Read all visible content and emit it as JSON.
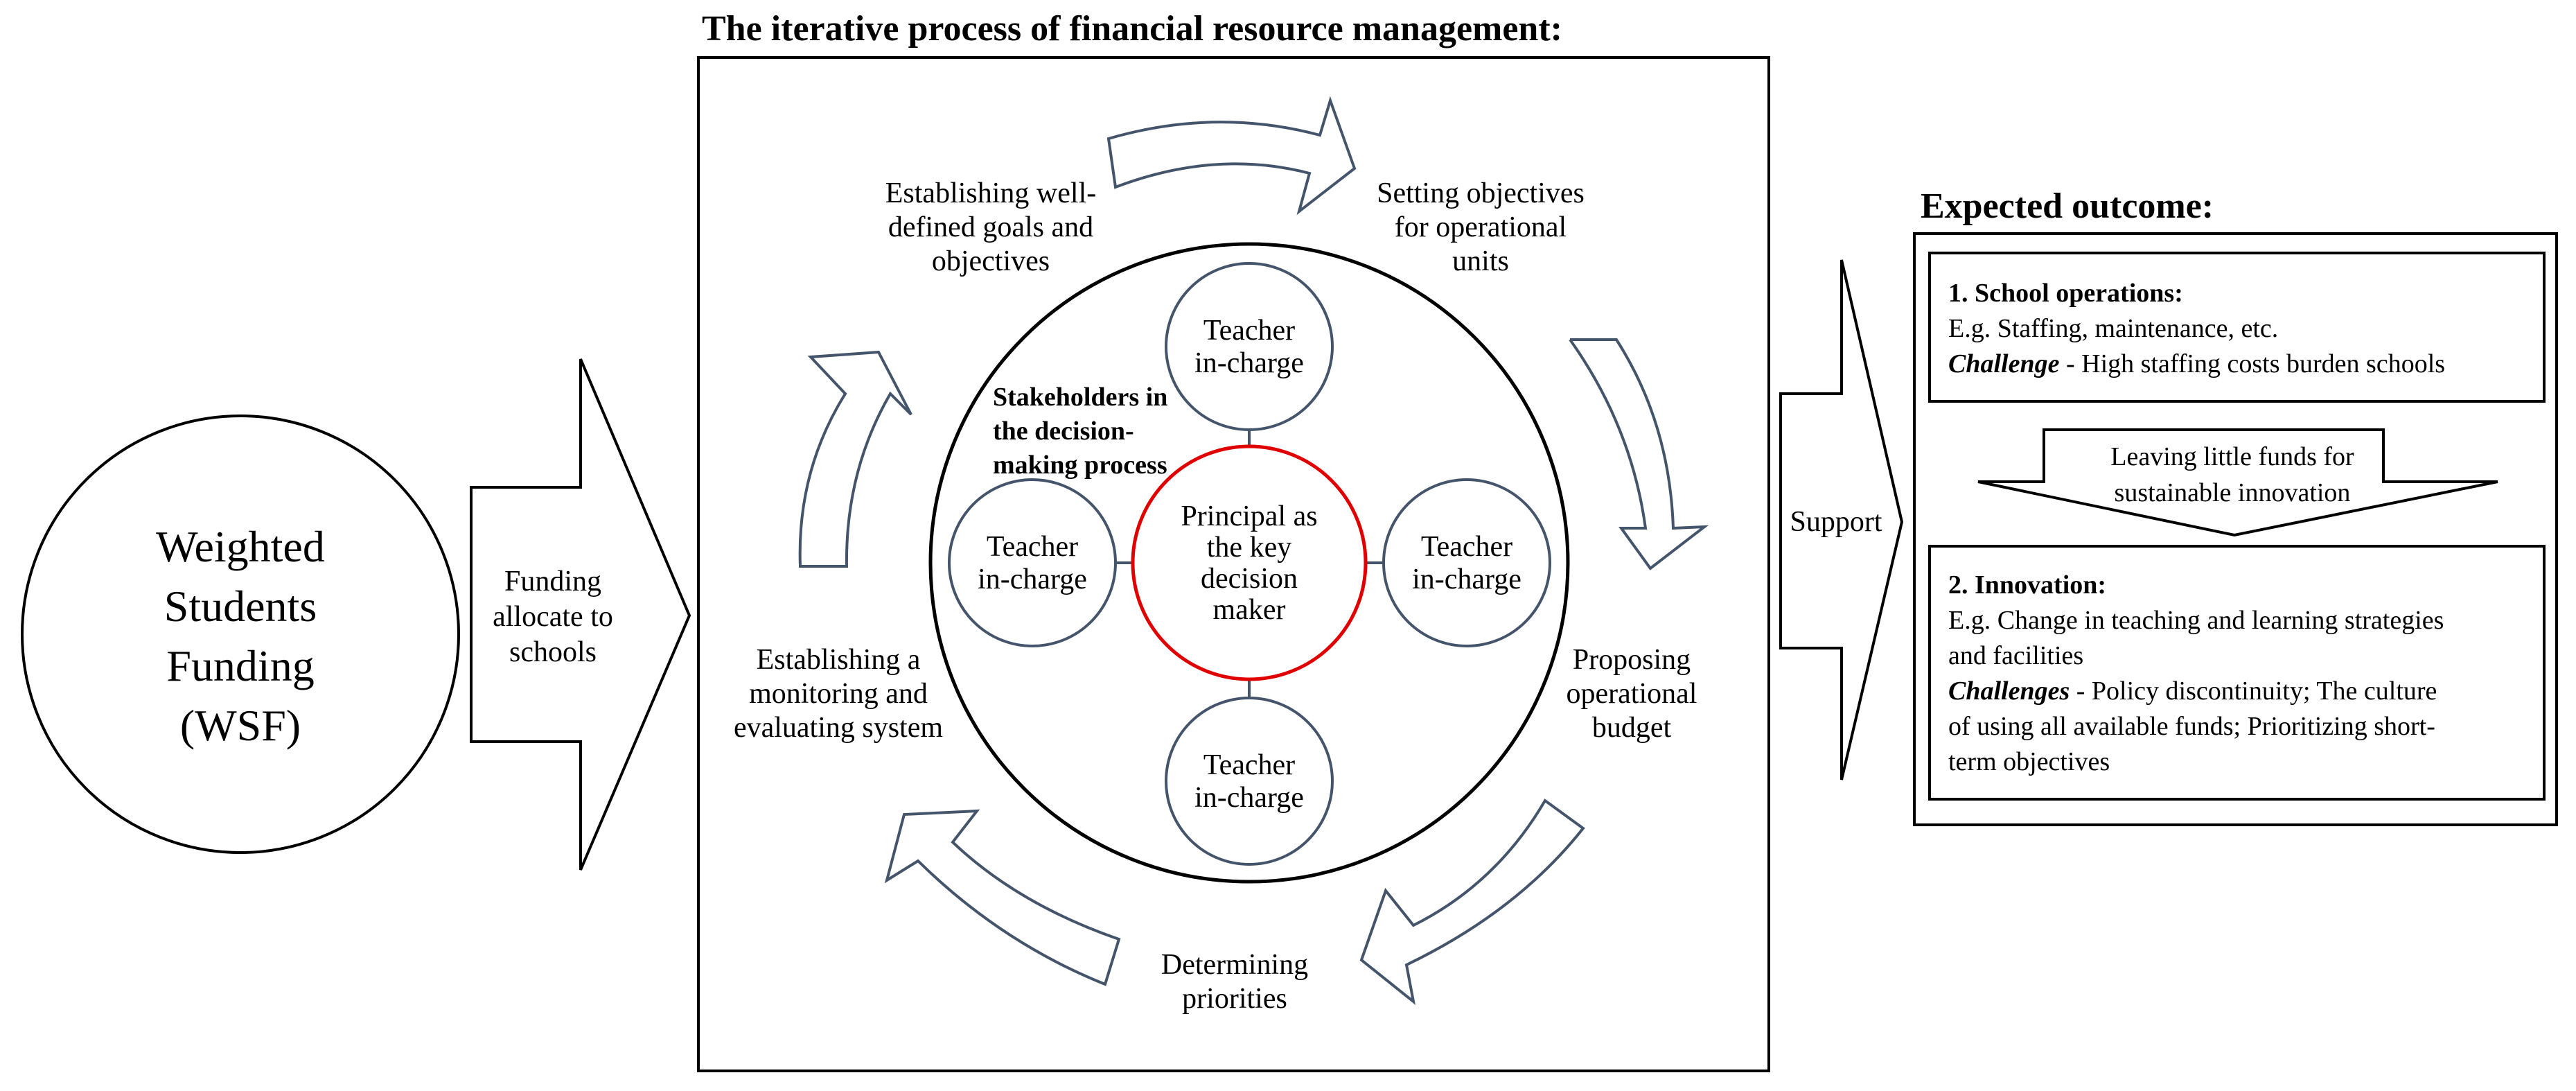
{
  "colors": {
    "arrow_stroke": "#44546A",
    "circle_stroke": "#44546A",
    "principal_stroke": "#E00000",
    "line": "#000000"
  },
  "main_title": "The iterative process of financial resource management:",
  "wsf": {
    "lines": [
      "Weighted",
      "Students",
      "Funding",
      "(WSF)"
    ]
  },
  "funding_arrow": {
    "lines": [
      "Funding",
      "allocate to",
      "schools"
    ]
  },
  "cycle": {
    "step1": [
      "Establishing well-",
      "defined goals and",
      "objectives"
    ],
    "step2": [
      "Setting objectives",
      "for operational",
      "units"
    ],
    "step3": [
      "Proposing",
      "operational",
      "budget"
    ],
    "step4": [
      "Determining",
      "priorities"
    ],
    "step5": [
      "Establishing a",
      "monitoring and",
      "evaluating system"
    ]
  },
  "stakeholders": {
    "label": [
      "Stakeholders in",
      "the decision-",
      "making process"
    ],
    "principal": [
      "Principal as",
      "the key",
      "decision",
      "maker"
    ],
    "teacher": [
      "Teacher",
      "in-charge"
    ]
  },
  "support_arrow": {
    "label": "Support"
  },
  "outcome": {
    "title": "Expected outcome:",
    "ops": {
      "heading": "1. School operations:",
      "example": "E.g. Staffing, maintenance, etc.",
      "challenge_label": "Challenge",
      "challenge_text": " - High staffing costs burden schools"
    },
    "leaving": [
      "Leaving little funds for",
      "sustainable innovation"
    ],
    "innovation": {
      "heading": "2. Innovation:",
      "example": [
        "E.g. Change in teaching and learning strategies",
        "and facilities"
      ],
      "challenge_label": "Challenges",
      "challenge_text": [
        " - Policy discontinuity; The culture",
        "of using all available funds; Prioritizing short-",
        "term objectives"
      ]
    }
  }
}
